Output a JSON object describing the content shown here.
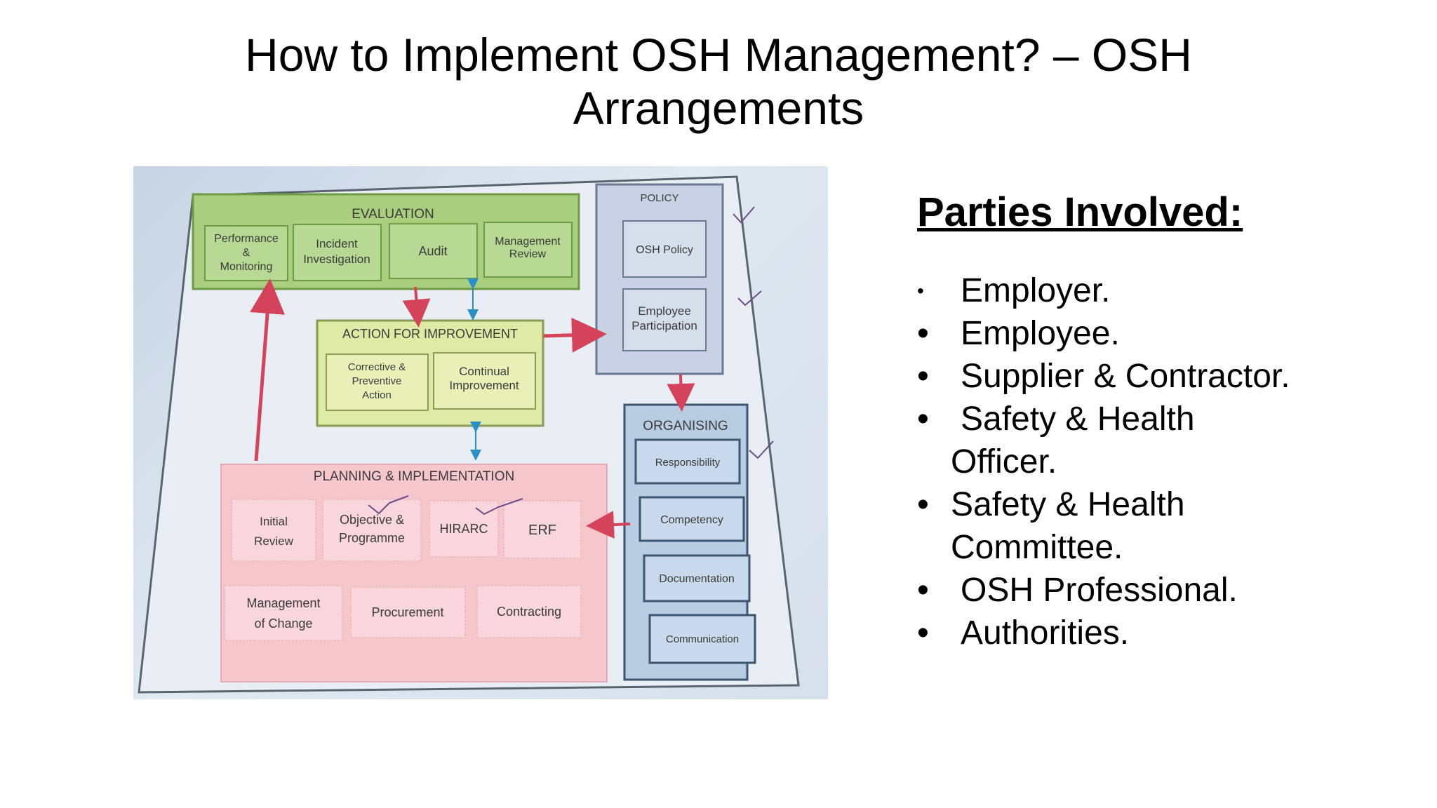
{
  "slide": {
    "title_line1": "How to Implement OSH Management? – OSH",
    "title_line2": "Arrangements"
  },
  "diagram": {
    "evaluation": {
      "heading": "EVALUATION",
      "items": [
        "Performance",
        "&",
        "Monitoring",
        "Incident",
        "Investigation",
        "Audit",
        "Management",
        "Review"
      ]
    },
    "policy": {
      "heading": "POLICY",
      "items": [
        "OSH Policy",
        "Employee",
        "Participation"
      ]
    },
    "action": {
      "heading": "ACTION FOR IMPROVEMENT",
      "items": [
        "Corrective &",
        "Preventive",
        "Action",
        "Continual",
        "Improvement"
      ]
    },
    "organising": {
      "heading": "ORGANISING",
      "items": [
        "Responsibility",
        "Competency",
        "Documentation",
        "Communication"
      ]
    },
    "planning": {
      "heading": "PLANNING & IMPLEMENTATION",
      "items": [
        "Initial",
        "Review",
        "Objective &",
        "Programme",
        "HIRARC",
        "ERF",
        "Management",
        "of Change",
        "Procurement",
        "Contracting"
      ]
    },
    "colors": {
      "evaluation": "#a9cf7e",
      "action": "#dfeaa4",
      "planning": "#f6c6cd",
      "policy": "#c9d2e4",
      "organising": "#b9cde2",
      "arrow_red": "#d5435a",
      "arrow_blue": "#2a8fc7"
    }
  },
  "parties": {
    "heading": "Parties Involved:",
    "bullet": "•",
    "items": [
      "Employer.",
      "Employee.",
      "Supplier & Contractor.",
      "Safety & Health",
      "Officer.",
      "Safety & Health",
      "Committee.",
      "OSH Professional.",
      "Authorities."
    ]
  }
}
